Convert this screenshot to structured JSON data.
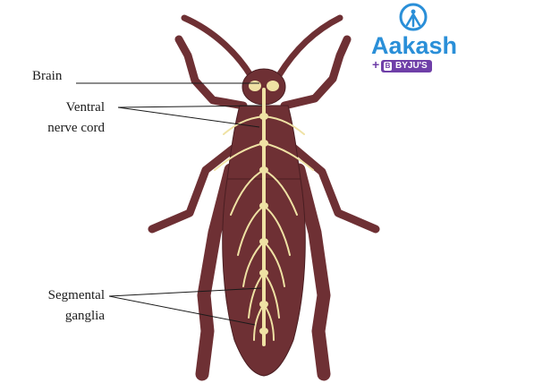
{
  "labels": {
    "brain": "Brain",
    "ventral_line1": "Ventral",
    "ventral_line2": "nerve cord",
    "segmental_line1": "Segmental",
    "segmental_line2": "ganglia"
  },
  "logo": {
    "word": "Aakash",
    "plus": "+",
    "badge": "BYJU'S",
    "badge_mark": "B",
    "color": "#2a8fd8",
    "badge_color": "#6f3fa8"
  },
  "colors": {
    "body": "#6e3034",
    "body_edge": "#4a1e22",
    "nerve": "#efe2a4"
  }
}
